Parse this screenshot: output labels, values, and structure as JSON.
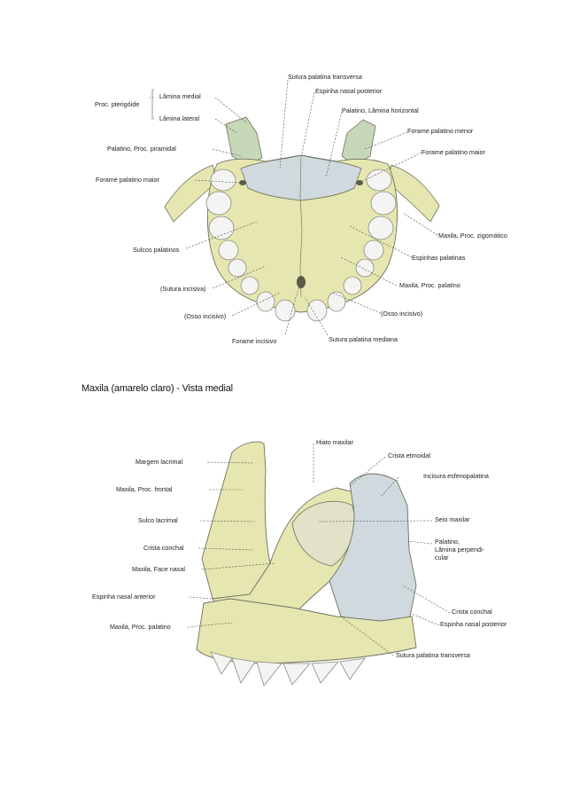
{
  "caption": "Maxila (amarelo claro) - Vista medial",
  "colors": {
    "maxilla": "#e6e7b0",
    "palatine": "#cfd9de",
    "pterygoid": "#c7d8b8",
    "teeth": "#f4f4f2",
    "outline": "#6f7060"
  },
  "figure1": {
    "labels": {
      "proc_pterigoide": "Proc. pterigóide",
      "lamina_medial": "Lâmina medial",
      "lamina_lateral": "Lâmina lateral",
      "palatino_proc_piramidal": "Palatino, Proc. piramidal",
      "forame_palatino_maior_l": "Forame palatino maior",
      "sulcos_palatinos": "Sulcos palatinos",
      "sutura_incisiva": "(Sutura incisiva)",
      "osso_incisivo_l": "(Osso incisivo)",
      "forame_incisivo": "Forame incisivo",
      "sutura_palatina_transversa": "Sutura palatina transversa",
      "espinha_nasal_posterior": "Espinha nasal posterior",
      "palatino_lamina_horizontal": "Palatino, Lâmina horizontal",
      "forame_palatino_menor": "Forame palatino menor",
      "forame_palatino_maior_r": "Forame palatino maior",
      "maxila_proc_zigomatico": "Maxila, Proc. zigomático",
      "espinhas_palatinas": "Espinhas palatinas",
      "maxila_proc_palatino": "Maxila, Proc. palatino",
      "osso_incisivo_r": "(Osso incisivo)",
      "sutura_palatina_mediana": "Sutura palatina mediana"
    }
  },
  "figure2": {
    "labels": {
      "margem_lacrimal": "Margem lacrimal",
      "maxila_proc_frontal": "Maxila, Proc. frontal",
      "sulco_lacrimal": "Sulco lacrimal",
      "crista_conchal_l": "Crista conchal",
      "maxila_face_nasal": "Maxila, Face nasal",
      "espinha_nasal_anterior": "Espinha nasal anterior",
      "maxila_proc_palatino": "Maxila, Proc. palatino",
      "hiato_maxilar": "Hiato maxilar",
      "crista_etmoidal": "Crista etmoidal",
      "incisura_esfenopalatina": "Incisura esfenopalatina",
      "seio_maxilar": "Seio maxilar",
      "palatino_line1": "Palatino,",
      "palatino_line2": "Lâmina perpendi-",
      "palatino_line3": "cular",
      "crista_conchal_r": "Crista conchal",
      "espinha_nasal_posterior": "Espinha nasal posterior",
      "sutura_palatina_transversa": "Sutura palatina transversa"
    }
  }
}
